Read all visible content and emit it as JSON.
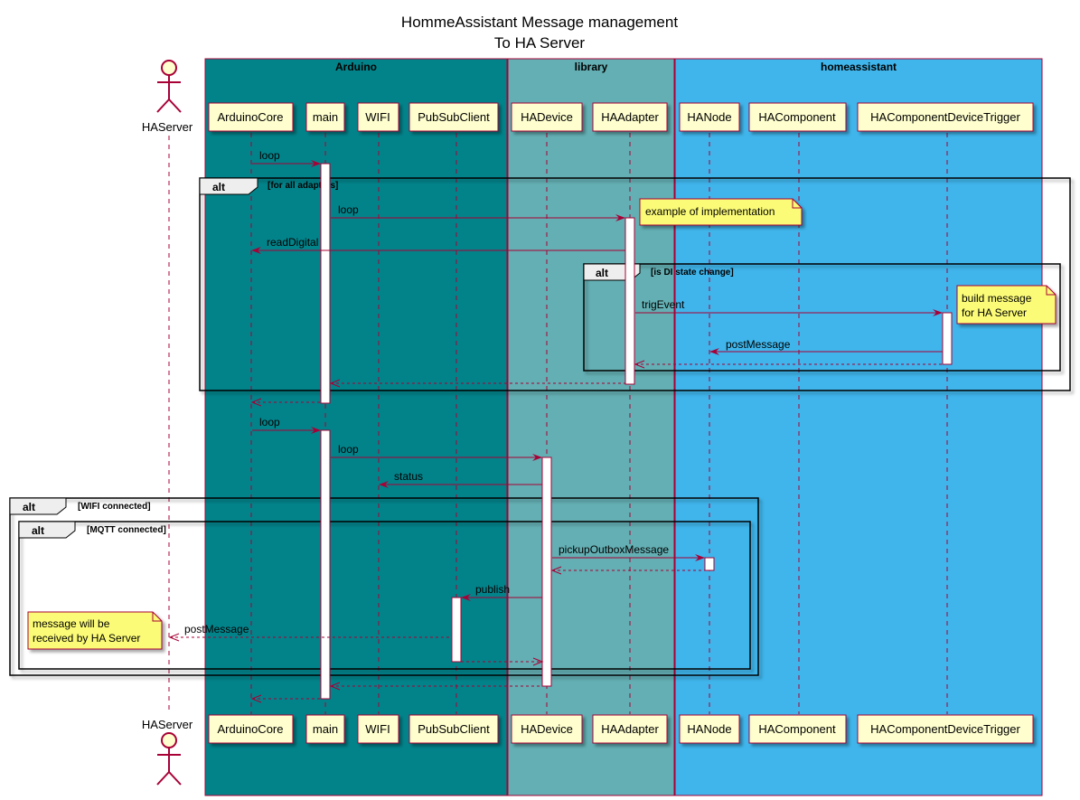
{
  "diagram": {
    "title_line1": "HommeAssistant Message management",
    "title_line2": "To HA Server",
    "colors": {
      "arduino_box": "#02838A",
      "library_box": "#63AFB3",
      "homeassistant_box": "#3FB5EB",
      "participant_fill": "#FEFECE",
      "border": "#A80036",
      "arrow": "#A80036",
      "note_fill": "#FBFB77"
    },
    "boxes": [
      {
        "id": "arduino",
        "label": "Arduino"
      },
      {
        "id": "library",
        "label": "library"
      },
      {
        "id": "homeassistant",
        "label": "homeassistant"
      }
    ],
    "actor": {
      "id": "haserver",
      "label": "HAServer"
    },
    "participants": [
      {
        "id": "arduinocore",
        "label": "ArduinoCore"
      },
      {
        "id": "main",
        "label": "main"
      },
      {
        "id": "wifi",
        "label": "WIFI"
      },
      {
        "id": "pubsubclient",
        "label": "PubSubClient"
      },
      {
        "id": "hadevice",
        "label": "HADevice"
      },
      {
        "id": "haadapter",
        "label": "HAAdapter"
      },
      {
        "id": "hanode",
        "label": "HANode"
      },
      {
        "id": "hacomponent",
        "label": "HAComponent"
      },
      {
        "id": "hacomponentdevicetrigger",
        "label": "HAComponentDeviceTrigger"
      }
    ],
    "frames": [
      {
        "id": "alt-adapters",
        "keyword": "alt",
        "condition": "[for all adapters]"
      },
      {
        "id": "alt-di-state",
        "keyword": "alt",
        "condition": "[is DI state change]"
      },
      {
        "id": "alt-wifi",
        "keyword": "alt",
        "condition": "[WIFI connected]"
      },
      {
        "id": "alt-mqtt",
        "keyword": "alt",
        "condition": "[MQTT connected]"
      }
    ],
    "messages": [
      {
        "id": "m1",
        "from": "arduinocore",
        "to": "main",
        "label": "loop",
        "style": "solid"
      },
      {
        "id": "m2",
        "from": "main",
        "to": "haadapter",
        "label": "loop",
        "style": "solid"
      },
      {
        "id": "m3",
        "from": "haadapter",
        "to": "arduinocore",
        "label": "readDigital",
        "style": "solid"
      },
      {
        "id": "m4",
        "from": "haadapter",
        "to": "hacomponentdevicetrigger",
        "label": "trigEvent",
        "style": "solid"
      },
      {
        "id": "m5",
        "from": "hacomponentdevicetrigger",
        "to": "hanode",
        "label": "postMessage",
        "style": "solid"
      },
      {
        "id": "m6",
        "from": "hacomponentdevicetrigger",
        "to": "haadapter",
        "label": "",
        "style": "dashed"
      },
      {
        "id": "m7",
        "from": "haadapter",
        "to": "main",
        "label": "",
        "style": "dashed"
      },
      {
        "id": "m8",
        "from": "main",
        "to": "arduinocore",
        "label": "",
        "style": "dashed"
      },
      {
        "id": "m9",
        "from": "arduinocore",
        "to": "main",
        "label": "loop",
        "style": "solid"
      },
      {
        "id": "m10",
        "from": "main",
        "to": "hadevice",
        "label": "loop",
        "style": "solid"
      },
      {
        "id": "m11",
        "from": "hadevice",
        "to": "wifi",
        "label": "status",
        "style": "solid"
      },
      {
        "id": "m12",
        "from": "hadevice",
        "to": "hanode",
        "label": "pickupOutboxMessage",
        "style": "solid"
      },
      {
        "id": "m13",
        "from": "hanode",
        "to": "hadevice",
        "label": "",
        "style": "dashed"
      },
      {
        "id": "m14",
        "from": "hadevice",
        "to": "pubsubclient",
        "label": "publish",
        "style": "solid"
      },
      {
        "id": "m15",
        "from": "pubsubclient",
        "to": "haserver",
        "label": "postMessage",
        "style": "dashed-open"
      },
      {
        "id": "m16",
        "from": "pubsubclient",
        "to": "hadevice",
        "label": "",
        "style": "dashed"
      },
      {
        "id": "m17",
        "from": "hadevice",
        "to": "main",
        "label": "",
        "style": "dashed"
      },
      {
        "id": "m18",
        "from": "main",
        "to": "arduinocore",
        "label": "",
        "style": "dashed"
      }
    ],
    "notes": [
      {
        "id": "note-impl",
        "lines": [
          "example of implementation"
        ]
      },
      {
        "id": "note-build",
        "lines": [
          "build message",
          "for HA Server"
        ]
      },
      {
        "id": "note-received",
        "lines": [
          "message will be",
          "received by HA Server"
        ]
      }
    ]
  }
}
